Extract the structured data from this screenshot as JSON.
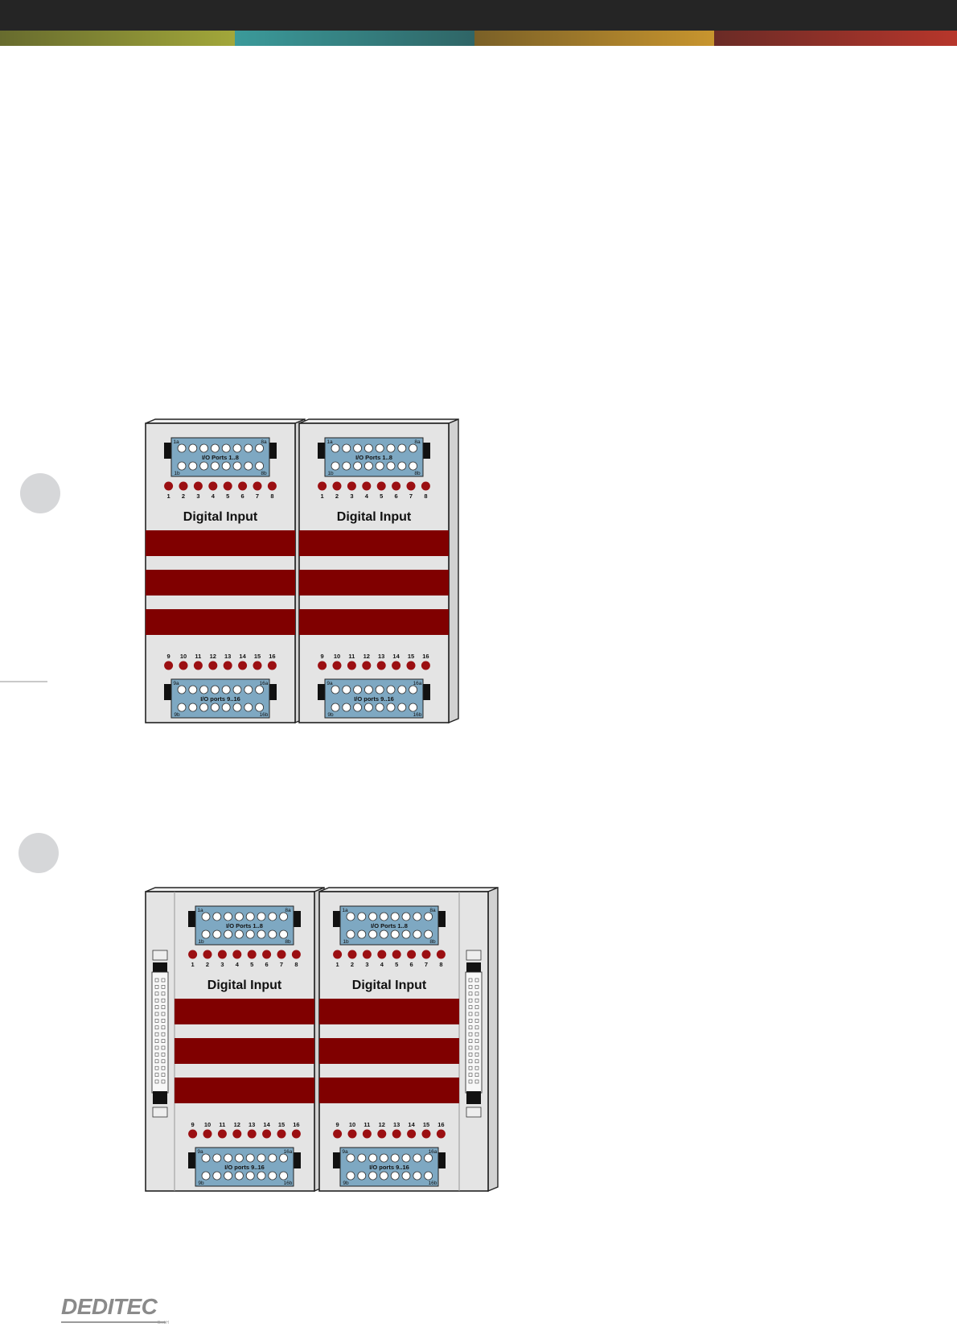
{
  "colors": {
    "header_bar": "#252525",
    "stripe_olive": "#8e932f",
    "stripe_teal": "#35807f",
    "stripe_gold": "#b8872b",
    "stripe_red": "#9a322a",
    "module_body": "#e4e4e4",
    "module_band": "#800000",
    "led": "#9b0f12",
    "connector": "#7ea8c2",
    "logo_gray": "#8a8a8a"
  },
  "module": {
    "title": "Digital Input",
    "top_connector_label": "I/O Ports 1..8",
    "bottom_connector_label": "I/O ports 9..16",
    "top_pin_labels": {
      "top_left": "1a",
      "top_right": "8a",
      "bottom_left": "1b",
      "bottom_right": "8b"
    },
    "bottom_pin_labels": {
      "top_left": "9a",
      "top_right": "16a",
      "bottom_left": "9b",
      "bottom_right": "16b"
    },
    "top_led_numbers": [
      "1",
      "2",
      "3",
      "4",
      "5",
      "6",
      "7",
      "8"
    ],
    "bottom_led_numbers": [
      "9",
      "10",
      "11",
      "12",
      "13",
      "14",
      "15",
      "16"
    ]
  },
  "figures": [
    {
      "id": "figure-1",
      "modules": 2,
      "side_rails": false
    },
    {
      "id": "figure-2",
      "modules": 2,
      "side_rails": true
    }
  ],
  "logo": {
    "text": "DEDITEC",
    "subtext": "GmbH",
    "icon": "deditec-logo"
  }
}
